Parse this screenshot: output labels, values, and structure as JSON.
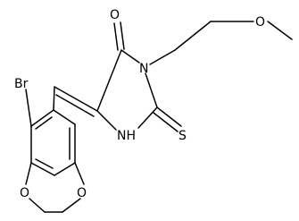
{
  "molecule": {
    "atoms": {
      "br": "Br",
      "o_carbonyl": "O",
      "n3": "N",
      "o_methoxy": "O",
      "nh": "NH",
      "s_thione": "S",
      "o_dioxole_left": "O",
      "o_dioxole_right": "O"
    }
  },
  "colors": {
    "bond": "#000000",
    "label": "#000000",
    "background": "#ffffff"
  }
}
